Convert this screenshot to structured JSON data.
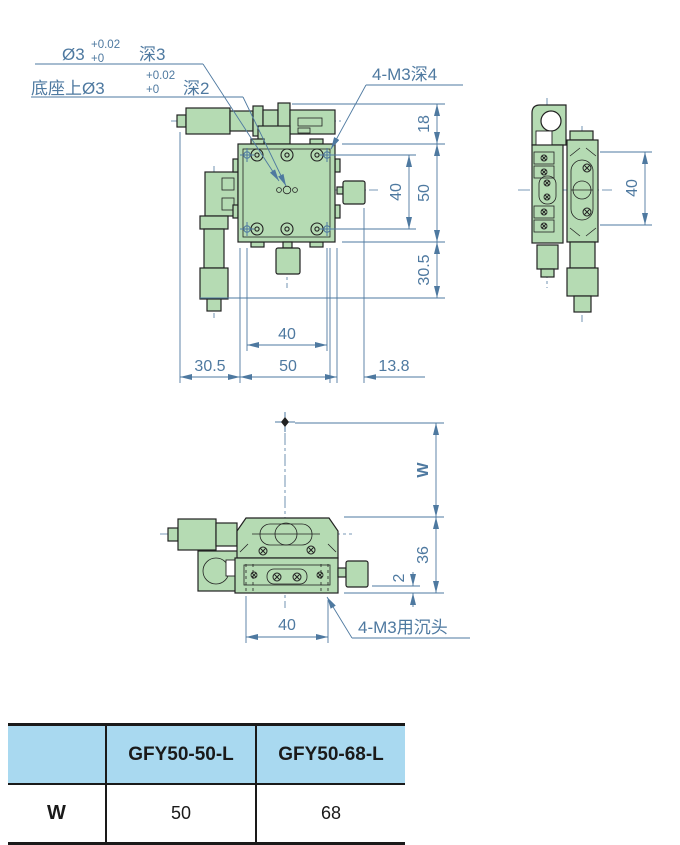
{
  "drawing": {
    "colors": {
      "part_fill": "#b5dbb3",
      "outline": "#222222",
      "dim_blue": "#4e79a0",
      "table_header_bg": "#a9d9f0"
    },
    "ann_top_hole": {
      "dia": "Ø3",
      "tol_top": "+0.02",
      "tol_bot": "+0",
      "depth": "深3"
    },
    "ann_base_hole": {
      "prefix": "底座上Ø3",
      "tol_top": "+0.02",
      "tol_bot": "+0",
      "depth": "深2"
    },
    "ann_m3_top": "4-M3深4",
    "ann_m3_bottom": "4-M3用沉头",
    "dims": {
      "front_top_18": "18",
      "front_right_40": "40",
      "front_right_50": "50",
      "front_right_305": "30.5",
      "front_bot_40": "40",
      "front_bot_305": "30.5",
      "front_bot_50": "50",
      "front_bot_138": "13.8",
      "side_40": "40",
      "bottom_W": "W",
      "bottom_36": "36",
      "bottom_2": "2",
      "bottom_40": "40"
    }
  },
  "table": {
    "headers": [
      "",
      "GFY50-50-L",
      "GFY50-68-L"
    ],
    "row_label": "W",
    "values": [
      "50",
      "68"
    ]
  }
}
